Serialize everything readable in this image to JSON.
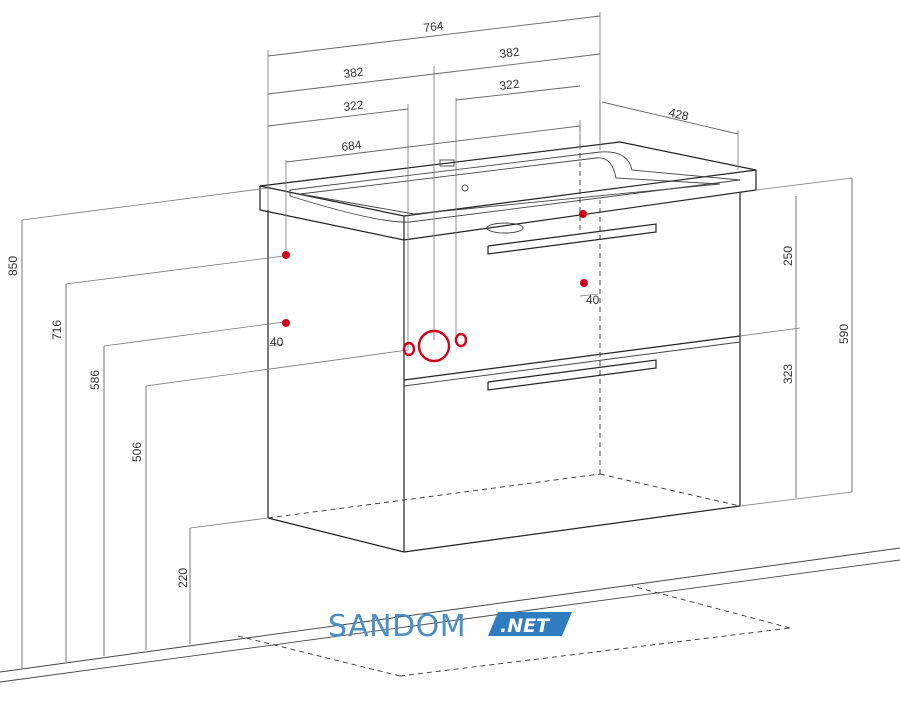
{
  "dimensions": {
    "overall_width": "764",
    "half_width_left": "382",
    "half_width_right": "382",
    "drain_offset_left": "322",
    "drain_offset_right": "322",
    "inner_width": "684",
    "depth": "428",
    "total_height": "850",
    "height_716": "716",
    "height_586": "586",
    "height_506": "506",
    "floor_gap": "220",
    "cabinet_height": "590",
    "upper_drawer": "250",
    "lower_drawer": "323",
    "inset_left": "40",
    "inset_right": "40"
  },
  "colors": {
    "connection_points": "#d0021b",
    "logo_text": "#4a90c8",
    "logo_badge": "#2f7cc0"
  },
  "logo": {
    "name": "SANDOM",
    "badge": ".NET"
  }
}
